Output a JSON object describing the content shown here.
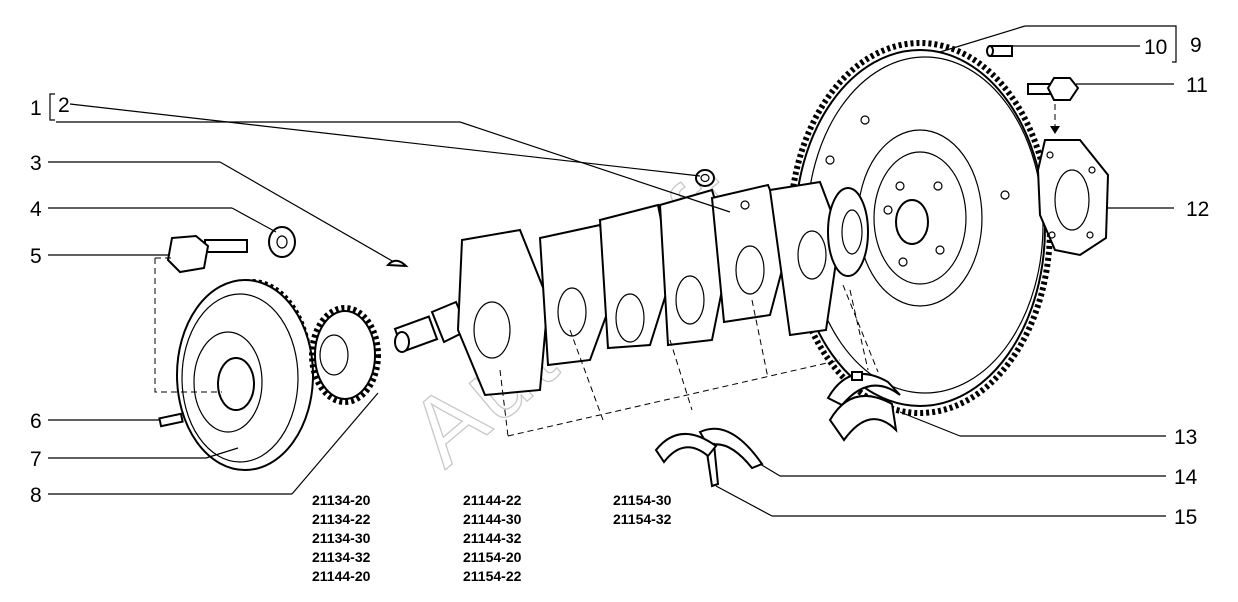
{
  "watermark": "AutoSoft",
  "callouts": {
    "c1": "1",
    "c2": "2",
    "c3": "3",
    "c4": "4",
    "c5": "5",
    "c6": "6",
    "c7": "7",
    "c8": "8",
    "c9": "9",
    "c10": "10",
    "c11": "11",
    "c12": "12",
    "c13": "13",
    "c14": "14",
    "c15": "15"
  },
  "model_codes": {
    "column1": [
      "21134-20",
      "21134-22",
      "21134-30",
      "21134-32",
      "21144-20"
    ],
    "column2": [
      "21144-22",
      "21144-30",
      "21144-32",
      "21154-20",
      "21154-22"
    ],
    "column3": [
      "21154-30",
      "21154-32"
    ]
  }
}
